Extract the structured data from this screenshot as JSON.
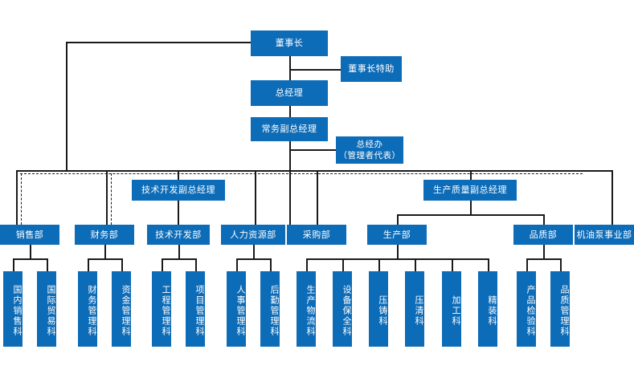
{
  "chart_data": {
    "type": "diagram",
    "title": "组织架构图",
    "diagram_kind": "organization-chart",
    "accent_color": "#0d6cb8",
    "line_color": "#1a1a1a",
    "nodes": [
      {
        "id": "chairman",
        "label": "董事长",
        "level": 0
      },
      {
        "id": "chairman_asst",
        "label": "董事长特助",
        "level": 0
      },
      {
        "id": "gm",
        "label": "总经理",
        "level": 1
      },
      {
        "id": "exec_vp",
        "label": "常务副总经理",
        "level": 2
      },
      {
        "id": "gm_office",
        "label": "总经办",
        "label2": "（管理者代表）",
        "level": 2
      },
      {
        "id": "vp_tech",
        "label": "技术开发副总经理",
        "level": 3
      },
      {
        "id": "vp_prod",
        "label": "生产质量副总经理",
        "level": 3
      },
      {
        "id": "dept_sales",
        "label": "销售部",
        "level": 4
      },
      {
        "id": "dept_finance",
        "label": "财务部",
        "level": 4
      },
      {
        "id": "dept_tech",
        "label": "技术开发部",
        "level": 4
      },
      {
        "id": "dept_hr",
        "label": "人力资源部",
        "level": 4
      },
      {
        "id": "dept_purchase",
        "label": "采购部",
        "level": 4
      },
      {
        "id": "dept_production",
        "label": "生产部",
        "level": 4
      },
      {
        "id": "dept_quality",
        "label": "品质部",
        "level": 4
      },
      {
        "id": "dept_oilpump",
        "label": "机油泵事业部",
        "level": 4
      },
      {
        "id": "s1",
        "label": "国内销售科",
        "parent": "dept_sales",
        "level": 5
      },
      {
        "id": "s2",
        "label": "国际贸易科",
        "parent": "dept_sales",
        "level": 5
      },
      {
        "id": "f1",
        "label": "财务管理科",
        "parent": "dept_finance",
        "level": 5
      },
      {
        "id": "f2",
        "label": "资金管理科",
        "parent": "dept_finance",
        "level": 5
      },
      {
        "id": "t1",
        "label": "工程管理科",
        "parent": "dept_tech",
        "level": 5
      },
      {
        "id": "t2",
        "label": "项目管理科",
        "parent": "dept_tech",
        "level": 5
      },
      {
        "id": "h1",
        "label": "人事管理科",
        "parent": "dept_hr",
        "level": 5
      },
      {
        "id": "h2",
        "label": "后勤管理科",
        "parent": "dept_hr",
        "level": 5
      },
      {
        "id": "p1",
        "label": "生产物流科",
        "parent": "dept_production",
        "level": 5
      },
      {
        "id": "p2",
        "label": "设备保全科",
        "parent": "dept_production",
        "level": 5
      },
      {
        "id": "p3",
        "label": "压铸科",
        "parent": "dept_production",
        "level": 5
      },
      {
        "id": "p4",
        "label": "压清科",
        "parent": "dept_production",
        "level": 5
      },
      {
        "id": "p5",
        "label": "加工科",
        "parent": "dept_production",
        "level": 5
      },
      {
        "id": "p6",
        "label": "精装科",
        "parent": "dept_production",
        "level": 5
      },
      {
        "id": "q1",
        "label": "产品检验科",
        "parent": "dept_quality",
        "level": 5
      },
      {
        "id": "q2",
        "label": "品质管理科",
        "parent": "dept_quality",
        "level": 5
      }
    ],
    "edges": [
      {
        "from": "chairman",
        "to": "chairman_asst",
        "style": "solid"
      },
      {
        "from": "chairman",
        "to": "gm",
        "style": "solid"
      },
      {
        "from": "chairman",
        "to": "dept_sales",
        "style": "solid"
      },
      {
        "from": "chairman",
        "to": "dept_finance",
        "style": "solid"
      },
      {
        "from": "gm",
        "to": "exec_vp",
        "style": "solid"
      },
      {
        "from": "exec_vp",
        "to": "gm_office",
        "style": "solid"
      },
      {
        "from": "exec_vp",
        "to": "vp_tech",
        "style": "solid"
      },
      {
        "from": "exec_vp",
        "to": "vp_prod",
        "style": "solid"
      },
      {
        "from": "exec_vp",
        "to": "dept_hr",
        "style": "solid"
      },
      {
        "from": "exec_vp",
        "to": "dept_purchase",
        "style": "solid"
      },
      {
        "from": "exec_vp",
        "to": "dept_oilpump",
        "style": "solid"
      },
      {
        "from": "exec_vp",
        "to": "dept_sales",
        "style": "dashed"
      },
      {
        "from": "exec_vp",
        "to": "dept_finance",
        "style": "dashed"
      },
      {
        "from": "vp_tech",
        "to": "dept_tech",
        "style": "solid"
      },
      {
        "from": "vp_prod",
        "to": "dept_production",
        "style": "solid"
      },
      {
        "from": "vp_prod",
        "to": "dept_quality",
        "style": "solid"
      }
    ]
  },
  "nodes": {
    "chairman": "董事长",
    "chairman_asst": "董事长特助",
    "gm": "总经理",
    "exec_vp": "常务副总经理",
    "gm_office_l1": "总经办",
    "gm_office_l2": "（管理者代表）",
    "vp_tech": "技术开发副总经理",
    "vp_prod": "生产质量副总经理",
    "dept_sales": "销售部",
    "dept_finance": "财务部",
    "dept_tech": "技术开发部",
    "dept_hr": "人力资源部",
    "dept_purchase": "采购部",
    "dept_production": "生产部",
    "dept_quality": "品质部",
    "dept_oilpump": "机油泵事业部",
    "s1": "国内销售科",
    "s2": "国际贸易科",
    "f1": "财务管理科",
    "f2": "资金管理科",
    "t1": "工程管理科",
    "t2": "项目管理科",
    "h1": "人事管理科",
    "h2": "后勤管理科",
    "p1": "生产物流科",
    "p2": "设备保全科",
    "p3": "压铸科",
    "p4": "压清科",
    "p5": "加工科",
    "p6": "精装科",
    "q1": "产品检验科",
    "q2": "品质管理科"
  }
}
